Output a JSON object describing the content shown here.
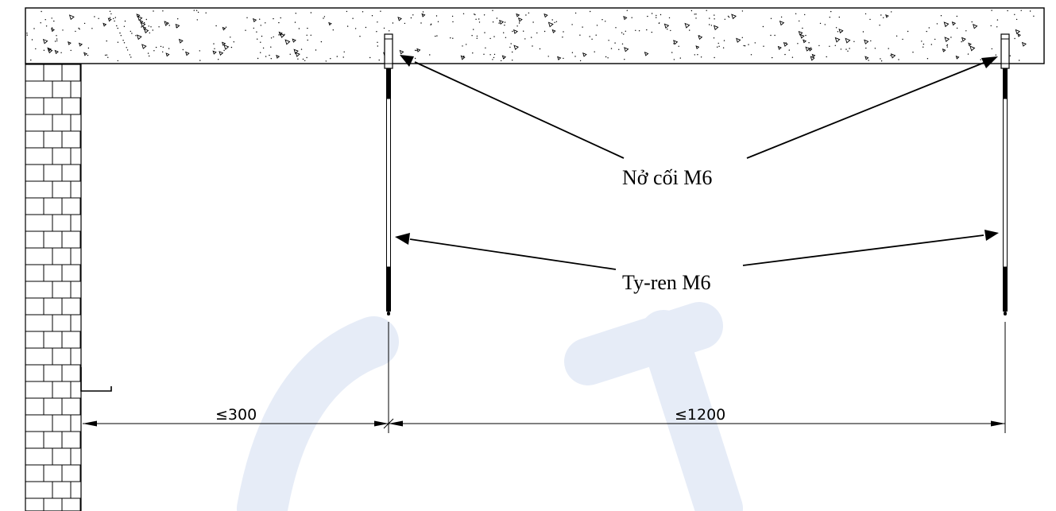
{
  "labels": {
    "anchor": "Nở cối M6",
    "rod": "Ty-ren M6"
  },
  "dimensions": {
    "wall_to_first_hanger": "≤300",
    "hanger_spacing": "≤1200"
  },
  "colors": {
    "line": "#000000",
    "watermark": "#e6ecf7"
  }
}
